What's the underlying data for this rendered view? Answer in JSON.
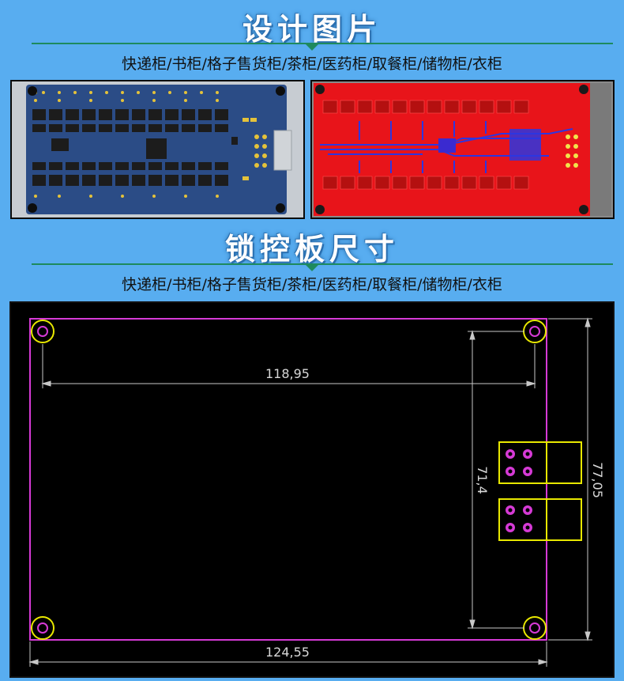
{
  "section1": {
    "title": "设计图片",
    "subtitle": "快递柜/书柜/格子售货柜/茶柜/医药柜/取餐柜/储物柜/衣柜"
  },
  "section2": {
    "title": "锁控板尺寸",
    "subtitle": "快递柜/书柜/格子售货柜/茶柜/医药柜/取餐柜/储物柜/衣柜"
  },
  "drawing": {
    "dim_hole_spacing_x": "118,95",
    "dim_board_width": "124,55",
    "dim_hole_spacing_y": "71,4",
    "dim_board_height": "77,05"
  },
  "colors": {
    "background": "#58adf0",
    "outline": "#d63ad6",
    "holes": "#e8e800",
    "dimension_lines": "#c8c8c8",
    "pcb_blue": "#2a4f8c",
    "pcb_red": "#e8141a"
  }
}
